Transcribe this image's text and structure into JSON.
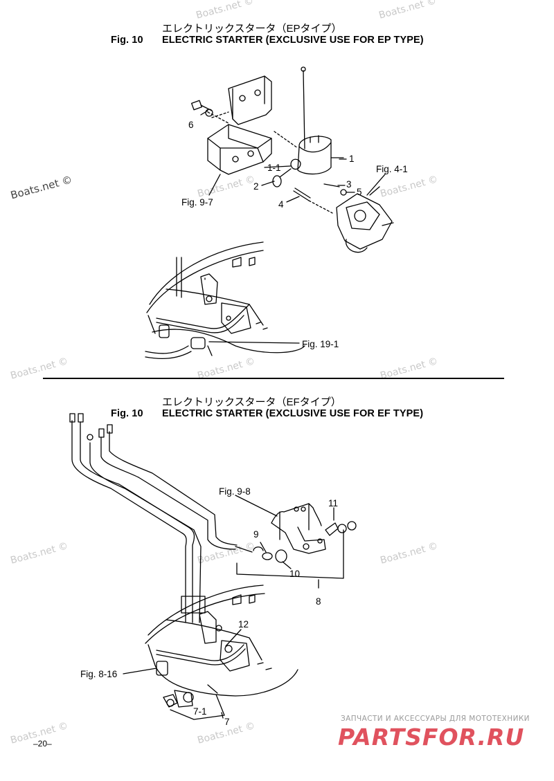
{
  "top": {
    "jp_title": "エレクトリックスタータ（EPタイプ）",
    "fig_no": "Fig. 10",
    "title": "ELECTRIC STARTER (EXCLUSIVE USE FOR EP TYPE)",
    "callouts": [
      "1",
      "1-1",
      "2",
      "3",
      "4",
      "5",
      "6"
    ],
    "refs": [
      "Fig. 4-1",
      "Fig. 9-7",
      "Fig. 19-1"
    ]
  },
  "bottom": {
    "jp_title": "エレクトリックスタータ（EFタイプ）",
    "fig_no": "Fig. 10",
    "title": "ELECTRIC STARTER (EXCLUSIVE USE FOR EF TYPE)",
    "callouts": [
      "7",
      "7-1",
      "8",
      "9",
      "10",
      "11",
      "12"
    ],
    "refs": [
      "Fig. 9-8",
      "Fig. 8-16"
    ]
  },
  "watermark": "Boats.net ©",
  "page_number": "–20–",
  "brand": {
    "tagline": "ЗАПЧАСТИ И АКСЕССУАРЫ ДЛЯ МОТОТЕХНИКИ",
    "name": "PARTSFOR.RU"
  }
}
